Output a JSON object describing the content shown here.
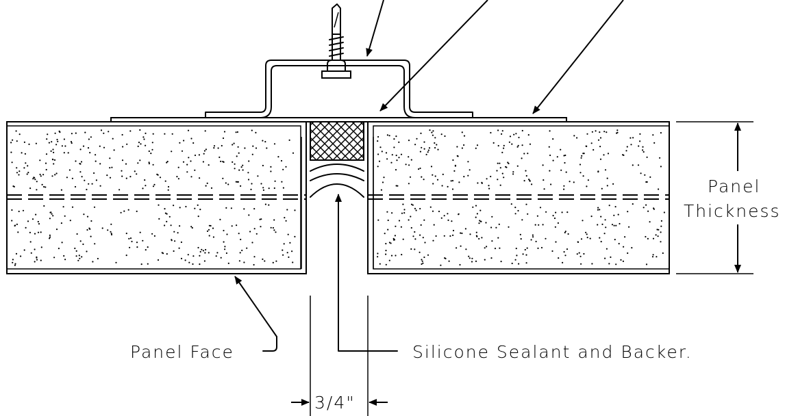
{
  "labels": {
    "panel_thickness_line1": "Panel",
    "panel_thickness_line2": "Thickness",
    "panel_face": "Panel Face",
    "sealant": "Silicone Sealant and Backer.",
    "joint_width": "3/4\""
  }
}
